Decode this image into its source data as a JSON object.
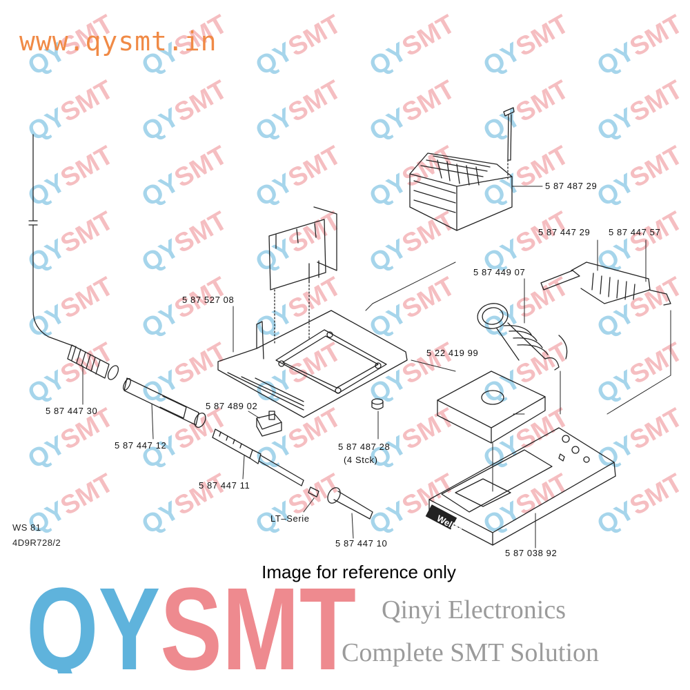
{
  "website": "www.qysmt.in",
  "colors": {
    "orange": "#f08a46",
    "blue": "#5fb3dc",
    "pink": "#ee8a8f",
    "line": "#222222",
    "gray": "#9b9b9b"
  },
  "watermark_text": "QYSMT",
  "parts": {
    "transformer": "5 87 487 29",
    "holder_a": "5 87 447 29",
    "holder_b": "5 87 447 57",
    "spring": "5 87 449 07",
    "housing": "5 87 527 08",
    "sponge": "5 22 419 99",
    "grip": "5 87 447 30",
    "handle": "5 87 447 12",
    "knob": "5 87 489 02",
    "feet": "5 87 487 28",
    "feet_qty": "(4 Stck)",
    "heater": "5 87 447 11",
    "tip_series": "LT–Serie",
    "tip": "5 87 447 10",
    "base": "5 87 038 92"
  },
  "model": "WS 81",
  "drawing_code": "4D9R728/2",
  "brand_on_base": "Weller",
  "reference_note": "Image for reference only",
  "logo_text": "QYSMT",
  "company": "Qinyi Electronics",
  "slogan": "Complete SMT Solution"
}
